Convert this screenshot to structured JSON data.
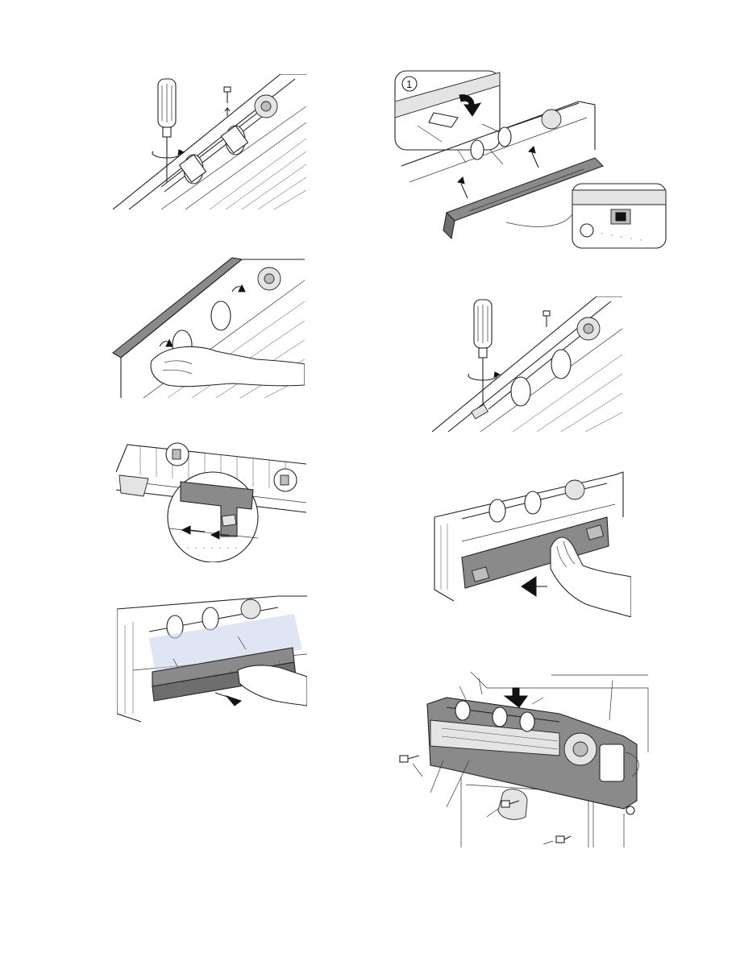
{
  "document": {
    "type": "service-manual-illustration-page",
    "figures": [
      {
        "id": "fig-1",
        "icon": "screwdriver-remove-screw"
      },
      {
        "id": "fig-2",
        "icon": "hand-release-pawl"
      },
      {
        "id": "fig-3",
        "icon": "pawl-detail-callout"
      },
      {
        "id": "fig-4",
        "icon": "hand-pull-cover"
      },
      {
        "id": "fig-5",
        "icon": "cover-installation-callouts"
      },
      {
        "id": "fig-6",
        "icon": "screwdriver-fix-screw"
      },
      {
        "id": "fig-7",
        "icon": "hand-push-cover"
      },
      {
        "id": "fig-8",
        "icon": "paper-feed-unit-assembly"
      }
    ],
    "callout_marker": "1"
  }
}
